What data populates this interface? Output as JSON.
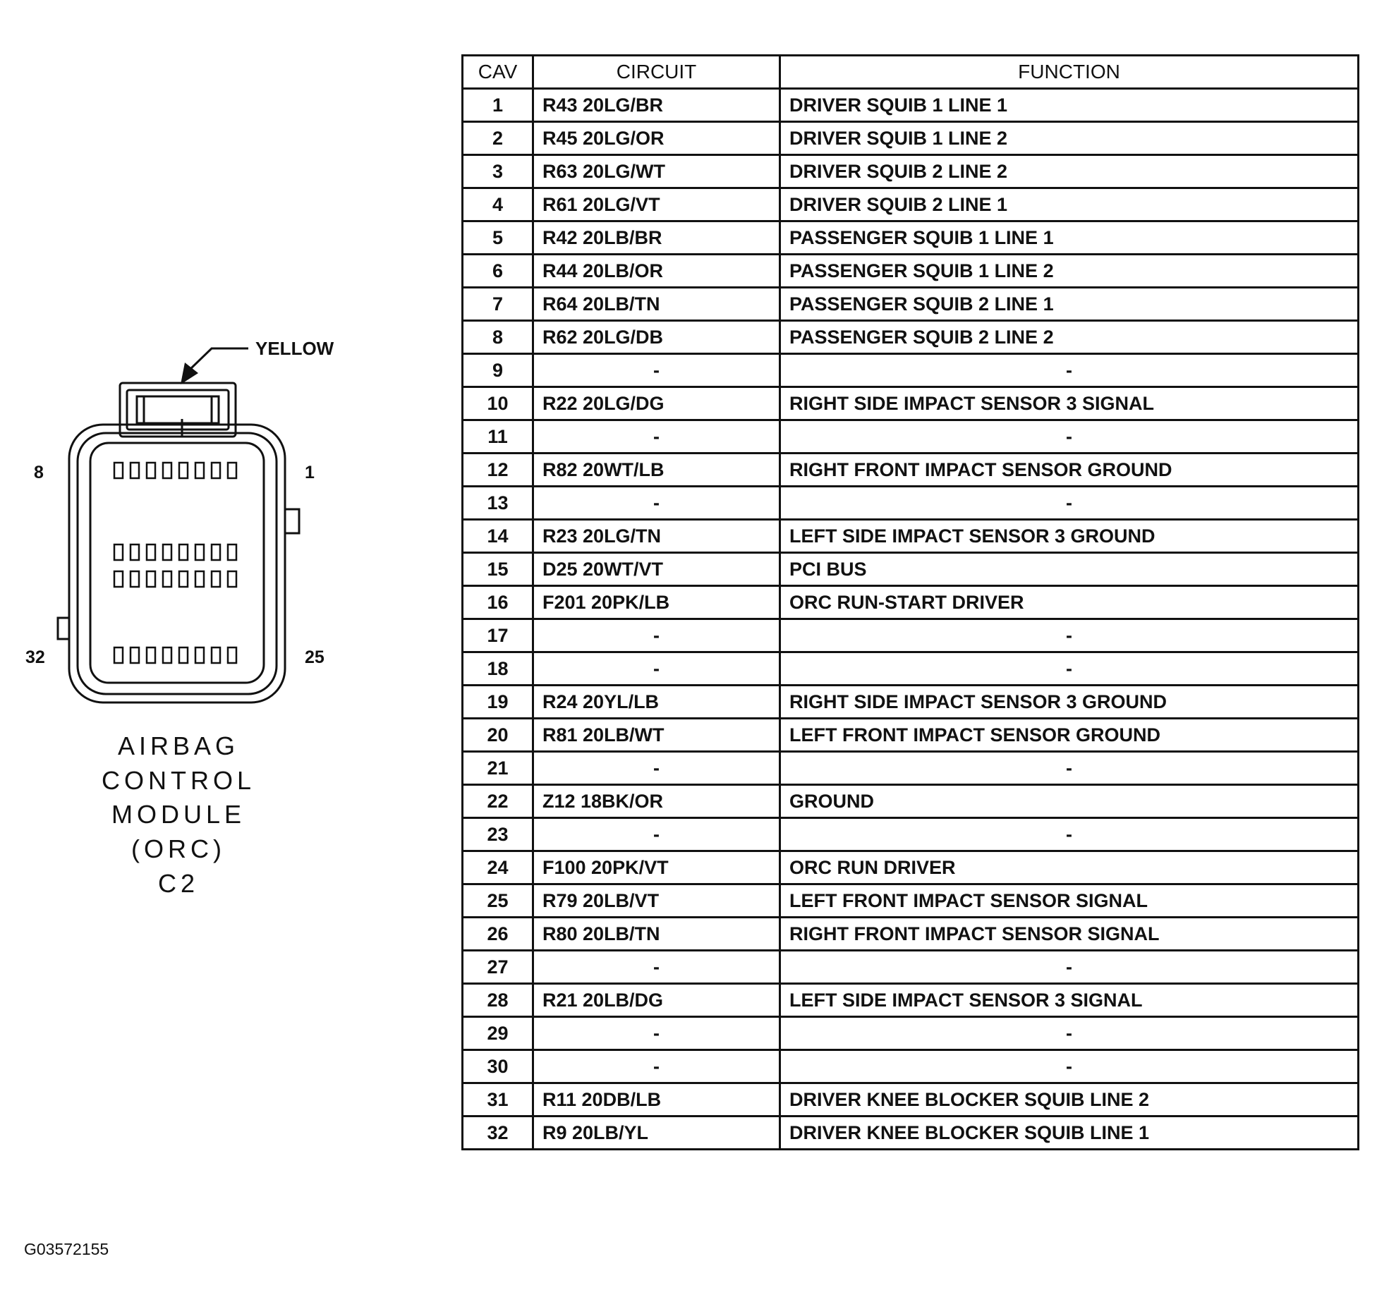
{
  "connector": {
    "color_label": "YELLOW",
    "pin_label_top_left": "8",
    "pin_label_top_right": "1",
    "pin_label_bottom_left": "32",
    "pin_label_bottom_right": "25",
    "caption": [
      "AIRBAG",
      "CONTROL",
      "MODULE",
      "(ORC)",
      "C2"
    ]
  },
  "table": {
    "headers": {
      "cav": "CAV",
      "circuit": "CIRCUIT",
      "function": "FUNCTION"
    },
    "rows": [
      {
        "cav": "1",
        "circuit": "R43 20LG/BR",
        "function": "DRIVER SQUIB 1 LINE 1"
      },
      {
        "cav": "2",
        "circuit": "R45 20LG/OR",
        "function": "DRIVER SQUIB 1 LINE 2"
      },
      {
        "cav": "3",
        "circuit": "R63 20LG/WT",
        "function": "DRIVER SQUIB 2 LINE 2"
      },
      {
        "cav": "4",
        "circuit": "R61 20LG/VT",
        "function": "DRIVER SQUIB 2 LINE 1"
      },
      {
        "cav": "5",
        "circuit": "R42 20LB/BR",
        "function": "PASSENGER SQUIB 1 LINE 1"
      },
      {
        "cav": "6",
        "circuit": "R44 20LB/OR",
        "function": "PASSENGER SQUIB 1 LINE 2"
      },
      {
        "cav": "7",
        "circuit": "R64 20LB/TN",
        "function": "PASSENGER SQUIB 2 LINE 1"
      },
      {
        "cav": "8",
        "circuit": "R62 20LG/DB",
        "function": "PASSENGER SQUIB 2 LINE 2"
      },
      {
        "cav": "9",
        "circuit": "-",
        "function": "-"
      },
      {
        "cav": "10",
        "circuit": "R22 20LG/DG",
        "function": "RIGHT SIDE IMPACT SENSOR 3 SIGNAL"
      },
      {
        "cav": "11",
        "circuit": "-",
        "function": "-"
      },
      {
        "cav": "12",
        "circuit": "R82 20WT/LB",
        "function": "RIGHT FRONT IMPACT SENSOR GROUND"
      },
      {
        "cav": "13",
        "circuit": "-",
        "function": "-"
      },
      {
        "cav": "14",
        "circuit": "R23 20LG/TN",
        "function": "LEFT SIDE IMPACT SENSOR 3 GROUND"
      },
      {
        "cav": "15",
        "circuit": "D25 20WT/VT",
        "function": "PCI BUS"
      },
      {
        "cav": "16",
        "circuit": "F201 20PK/LB",
        "function": "ORC RUN-START DRIVER"
      },
      {
        "cav": "17",
        "circuit": "-",
        "function": "-"
      },
      {
        "cav": "18",
        "circuit": "-",
        "function": "-"
      },
      {
        "cav": "19",
        "circuit": "R24 20YL/LB",
        "function": "RIGHT SIDE IMPACT SENSOR 3 GROUND"
      },
      {
        "cav": "20",
        "circuit": "R81 20LB/WT",
        "function": "LEFT FRONT IMPACT SENSOR GROUND"
      },
      {
        "cav": "21",
        "circuit": "-",
        "function": "-"
      },
      {
        "cav": "22",
        "circuit": "Z12 18BK/OR",
        "function": "GROUND"
      },
      {
        "cav": "23",
        "circuit": "-",
        "function": "-"
      },
      {
        "cav": "24",
        "circuit": "F100 20PK/VT",
        "function": "ORC RUN DRIVER"
      },
      {
        "cav": "25",
        "circuit": "R79 20LB/VT",
        "function": "LEFT FRONT IMPACT SENSOR SIGNAL"
      },
      {
        "cav": "26",
        "circuit": "R80 20LB/TN",
        "function": "RIGHT FRONT IMPACT SENSOR SIGNAL"
      },
      {
        "cav": "27",
        "circuit": "-",
        "function": "-"
      },
      {
        "cav": "28",
        "circuit": "R21 20LB/DG",
        "function": "LEFT SIDE IMPACT SENSOR 3 SIGNAL"
      },
      {
        "cav": "29",
        "circuit": "-",
        "function": "-"
      },
      {
        "cav": "30",
        "circuit": "-",
        "function": "-"
      },
      {
        "cav": "31",
        "circuit": "R11 20DB/LB",
        "function": "DRIVER KNEE BLOCKER SQUIB LINE 2"
      },
      {
        "cav": "32",
        "circuit": "R9 20LB/YL",
        "function": "DRIVER KNEE BLOCKER SQUIB LINE 1"
      }
    ]
  },
  "figure_id": "G03572155"
}
